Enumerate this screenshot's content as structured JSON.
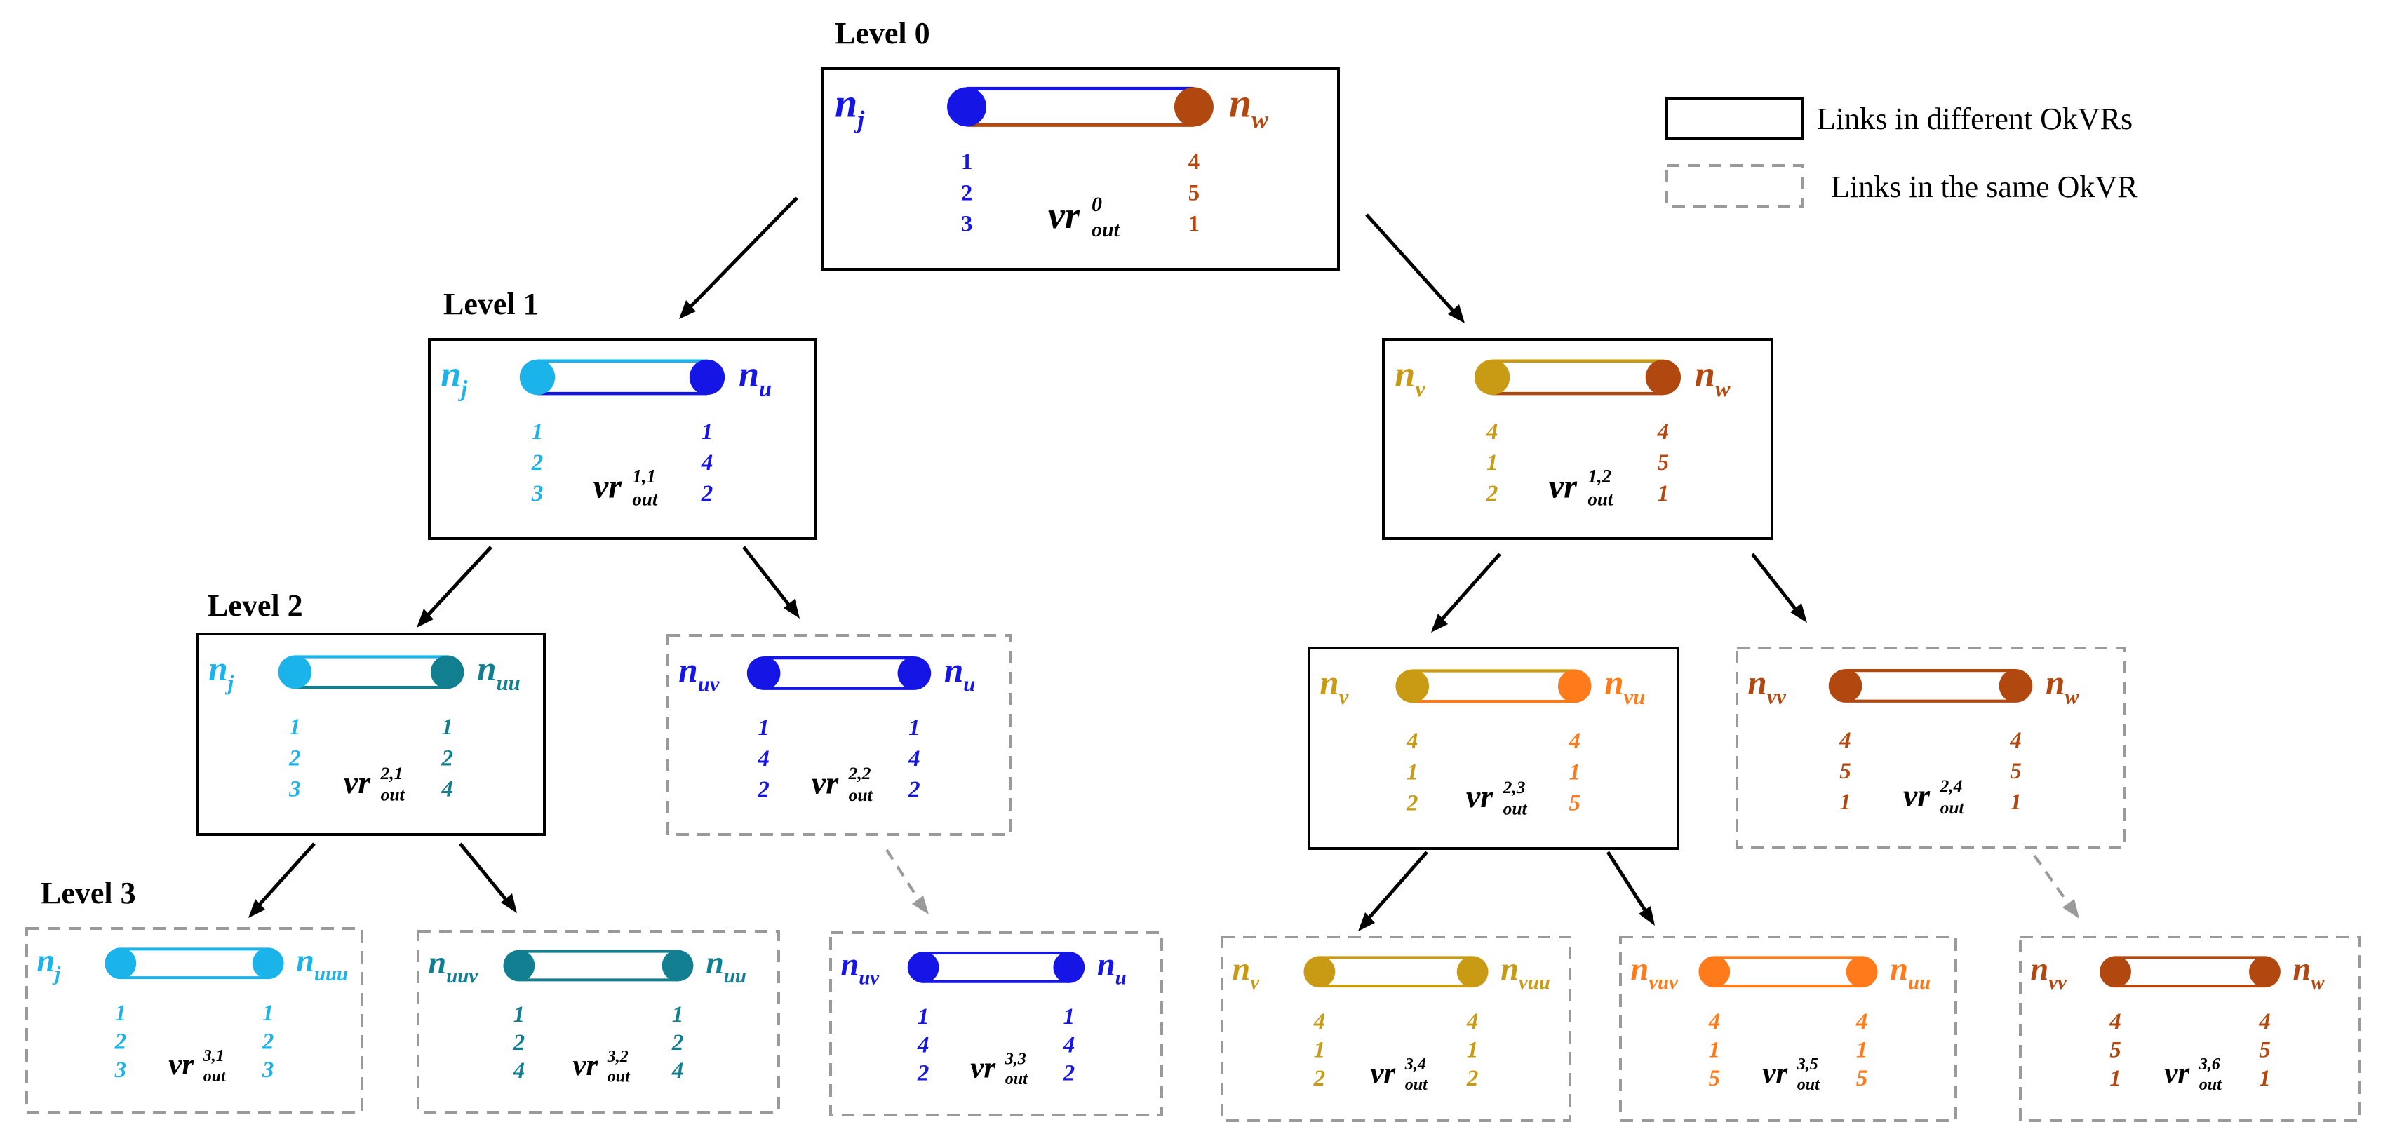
{
  "colors": {
    "blue": "#1515e6",
    "lightblue": "#1ab3ea",
    "teal": "#117f90",
    "gold": "#c99a14",
    "orange": "#ff7a1a",
    "brown": "#b04810",
    "frame": "#000000",
    "dashed": "#9a9a9a"
  },
  "levels": [
    "Level 0",
    "Level 1",
    "Level 2",
    "Level 3"
  ],
  "legend": {
    "solid": "Links in different OkVRs",
    "dashed": "Links in the same OkVR"
  },
  "vr_base": "vr",
  "vr_sub": "out",
  "nodes": [
    {
      "id": "L0",
      "style": "solid",
      "italic_nums": false,
      "left": {
        "main": "n",
        "sub": "j",
        "color": "blue"
      },
      "right": {
        "main": "n",
        "sub": "w",
        "color": "brown"
      },
      "sup": "0",
      "left_nums": [
        "1",
        "2",
        "3"
      ],
      "right_nums": [
        "4",
        "5",
        "1"
      ]
    },
    {
      "id": "L1a",
      "style": "solid",
      "italic_nums": true,
      "left": {
        "main": "n",
        "sub": "j",
        "color": "lightblue"
      },
      "right": {
        "main": "n",
        "sub": "u",
        "color": "blue"
      },
      "sup": "1,1",
      "left_nums": [
        "1",
        "2",
        "3"
      ],
      "right_nums": [
        "1",
        "4",
        "2"
      ]
    },
    {
      "id": "L1b",
      "style": "solid",
      "italic_nums": true,
      "left": {
        "main": "n",
        "sub": "v",
        "color": "gold"
      },
      "right": {
        "main": "n",
        "sub": "w",
        "color": "brown"
      },
      "sup": "1,2",
      "left_nums": [
        "4",
        "1",
        "2"
      ],
      "right_nums": [
        "4",
        "5",
        "1"
      ]
    },
    {
      "id": "L2a",
      "style": "solid",
      "italic_nums": true,
      "left": {
        "main": "n",
        "sub": "j",
        "color": "lightblue"
      },
      "right": {
        "main": "n",
        "sub": "uu",
        "color": "teal"
      },
      "sup": "2,1",
      "left_nums": [
        "1",
        "2",
        "3"
      ],
      "right_nums": [
        "1",
        "2",
        "4"
      ]
    },
    {
      "id": "L2b",
      "style": "dashed",
      "italic_nums": true,
      "left": {
        "main": "n",
        "sub": "uv",
        "color": "blue"
      },
      "right": {
        "main": "n",
        "sub": "u",
        "color": "blue"
      },
      "sup": "2,2",
      "left_nums": [
        "1",
        "4",
        "2"
      ],
      "right_nums": [
        "1",
        "4",
        "2"
      ]
    },
    {
      "id": "L2c",
      "style": "solid",
      "italic_nums": true,
      "left": {
        "main": "n",
        "sub": "v",
        "color": "gold"
      },
      "right": {
        "main": "n",
        "sub": "vu",
        "color": "orange"
      },
      "sup": "2,3",
      "left_nums": [
        "4",
        "1",
        "2"
      ],
      "right_nums": [
        "4",
        "1",
        "5"
      ]
    },
    {
      "id": "L2d",
      "style": "dashed",
      "italic_nums": true,
      "left": {
        "main": "n",
        "sub": "vv",
        "color": "brown"
      },
      "right": {
        "main": "n",
        "sub": "w",
        "color": "brown"
      },
      "sup": "2,4",
      "left_nums": [
        "4",
        "5",
        "1"
      ],
      "right_nums": [
        "4",
        "5",
        "1"
      ]
    },
    {
      "id": "L3a",
      "style": "dashed",
      "italic_nums": true,
      "left": {
        "main": "n",
        "sub": "j",
        "color": "lightblue"
      },
      "right": {
        "main": "n",
        "sub": "uuu",
        "color": "lightblue"
      },
      "sup": "3,1",
      "left_nums": [
        "1",
        "2",
        "3"
      ],
      "right_nums": [
        "1",
        "2",
        "3"
      ]
    },
    {
      "id": "L3b",
      "style": "dashed",
      "italic_nums": true,
      "left": {
        "main": "n",
        "sub": "uuv",
        "color": "teal"
      },
      "right": {
        "main": "n",
        "sub": "uu",
        "color": "teal"
      },
      "sup": "3,2",
      "left_nums": [
        "1",
        "2",
        "4"
      ],
      "right_nums": [
        "1",
        "2",
        "4"
      ]
    },
    {
      "id": "L3c",
      "style": "dashed",
      "italic_nums": true,
      "left": {
        "main": "n",
        "sub": "uv",
        "color": "blue"
      },
      "right": {
        "main": "n",
        "sub": "u",
        "color": "blue"
      },
      "sup": "3,3",
      "left_nums": [
        "1",
        "4",
        "2"
      ],
      "right_nums": [
        "1",
        "4",
        "2"
      ]
    },
    {
      "id": "L3d",
      "style": "dashed",
      "italic_nums": true,
      "left": {
        "main": "n",
        "sub": "v",
        "color": "gold"
      },
      "right": {
        "main": "n",
        "sub": "vuu",
        "color": "gold"
      },
      "sup": "3,4",
      "left_nums": [
        "4",
        "1",
        "2"
      ],
      "right_nums": [
        "4",
        "1",
        "2"
      ]
    },
    {
      "id": "L3e",
      "style": "dashed",
      "italic_nums": true,
      "left": {
        "main": "n",
        "sub": "vuv",
        "color": "orange"
      },
      "right": {
        "main": "n",
        "sub": "uu",
        "color": "orange"
      },
      "sup": "3,5",
      "left_nums": [
        "4",
        "1",
        "5"
      ],
      "right_nums": [
        "4",
        "1",
        "5"
      ]
    },
    {
      "id": "L3f",
      "style": "dashed",
      "italic_nums": true,
      "left": {
        "main": "n",
        "sub": "vv",
        "color": "brown"
      },
      "right": {
        "main": "n",
        "sub": "w",
        "color": "brown"
      },
      "sup": "3,6",
      "left_nums": [
        "4",
        "5",
        "1"
      ],
      "right_nums": [
        "4",
        "5",
        "1"
      ]
    }
  ],
  "edges": [
    {
      "from": "L0",
      "to": "L1a",
      "style": "solid"
    },
    {
      "from": "L0",
      "to": "L1b",
      "style": "solid"
    },
    {
      "from": "L1a",
      "to": "L2a",
      "style": "solid"
    },
    {
      "from": "L1a",
      "to": "L2b",
      "style": "solid"
    },
    {
      "from": "L1b",
      "to": "L2c",
      "style": "solid"
    },
    {
      "from": "L1b",
      "to": "L2d",
      "style": "solid"
    },
    {
      "from": "L2a",
      "to": "L3a",
      "style": "solid"
    },
    {
      "from": "L2a",
      "to": "L3b",
      "style": "solid"
    },
    {
      "from": "L2b",
      "to": "L3c",
      "style": "dashed"
    },
    {
      "from": "L2c",
      "to": "L3d",
      "style": "solid"
    },
    {
      "from": "L2c",
      "to": "L3e",
      "style": "solid"
    },
    {
      "from": "L2d",
      "to": "L3f",
      "style": "dashed"
    }
  ]
}
